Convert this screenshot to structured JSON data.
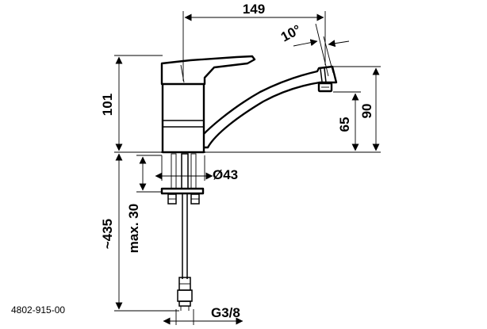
{
  "drawing": {
    "code": "4802-915-00",
    "dimensions": {
      "width_spout": "149",
      "angle": "10°",
      "height_total": "101",
      "spout_height": "90",
      "spout_outlet": "65",
      "diameter": "Ø43",
      "max_thickness": "max. 30",
      "hose_length": "~435",
      "thread": "G3/8"
    }
  }
}
